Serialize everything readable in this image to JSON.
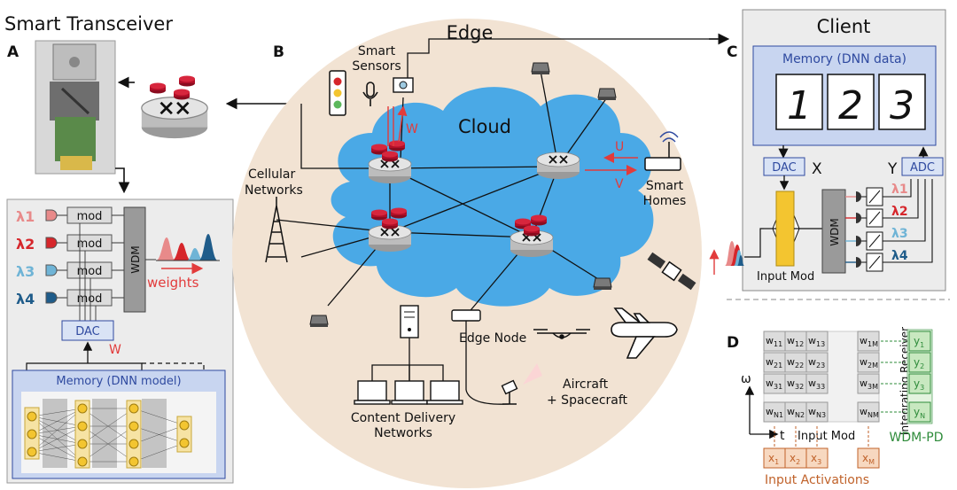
{
  "colors": {
    "edge_fill": "#f2e3d3",
    "cloud_fill": "#4aa9e6",
    "red_disk": "#c8102e",
    "router_gray": "#cfcfcf",
    "panel_gray": "#ececec",
    "memory_blue": "#c8d5f0",
    "blue_line": "#2f4aa0",
    "signal_red": "#e23b3b",
    "lambda1": "#e88a8a",
    "lambda2": "#d6262b",
    "lambda3": "#6fb4d6",
    "lambda4": "#1f5c8a",
    "input_orange": "#f7d8c0",
    "output_green": "#c8e8c0",
    "wdmpd_green": "#2e8b3a",
    "yellow_mod": "#f3c530"
  },
  "transceiver": {
    "title": "Smart Transceiver",
    "panel_letter": "A",
    "mod_label": "mod",
    "wdm_label": "WDM",
    "weights_label": "weights",
    "dac_label": "DAC",
    "w_label": "W",
    "memory_label": "Memory (DNN model)",
    "lambdas": [
      "λ1",
      "λ2",
      "λ3",
      "λ4"
    ]
  },
  "edge": {
    "title": "Edge",
    "panel_letter": "B",
    "cloud_label": "Cloud",
    "smart_sensors": "Smart\nSensors",
    "cellular": "Cellular\nNetworks",
    "smart_homes": "Smart\nHomes",
    "u_label": "U",
    "v_label": "V",
    "w_label": "W",
    "edge_node": "Edge Node",
    "cdn": "Content Delivery\nNetworks",
    "aircraft": "Aircraft\n+ Spacecraft"
  },
  "client": {
    "title": "Client",
    "panel_letter": "C",
    "memory_label": "Memory (DNN data)",
    "digits": [
      "1",
      "2",
      "3"
    ],
    "dac_label": "DAC",
    "adc_label": "ADC",
    "x_label": "X",
    "y_label": "Y",
    "wdm_label": "WDM",
    "input_mod": "Input Mod",
    "lambdas": [
      "λ1",
      "λ2",
      "λ3",
      "λ4"
    ]
  },
  "matrix": {
    "panel_letter": "D",
    "rows": [
      [
        "w11",
        "w12",
        "w13",
        "w1M"
      ],
      [
        "w21",
        "w22",
        "w23",
        "w2M"
      ],
      [
        "w31",
        "w32",
        "w33",
        "w3M"
      ],
      [
        "wN1",
        "wN2",
        "wN3",
        "wNM"
      ]
    ],
    "outputs": [
      "y1",
      "y2",
      "y3",
      "yN"
    ],
    "inputs": [
      "x1",
      "x2",
      "x3",
      "xM"
    ],
    "omega": "ω",
    "t_label": "t",
    "input_mod": "Input Mod",
    "integrating": "Integrating Receiver",
    "wdm_pd": "WDM-PD",
    "input_activations": "Input Activations"
  }
}
